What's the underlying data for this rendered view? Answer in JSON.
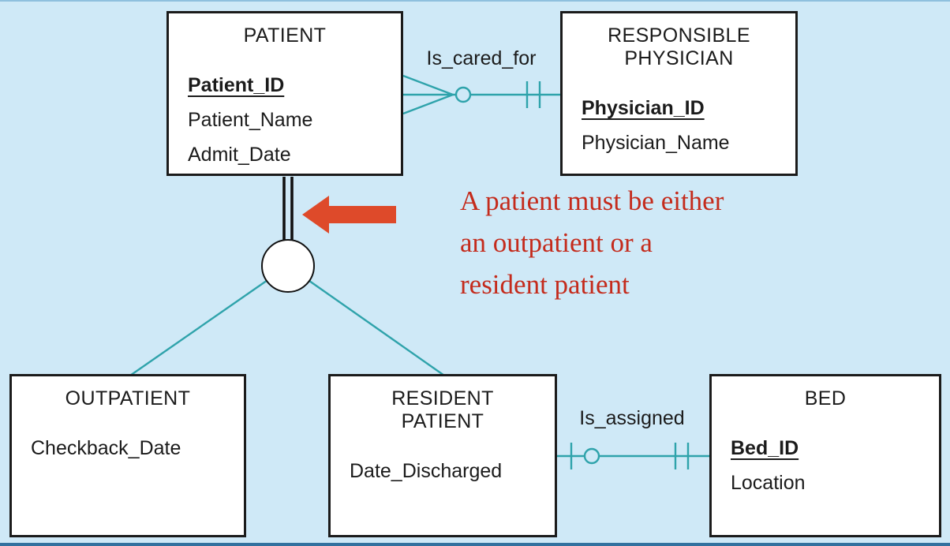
{
  "colors": {
    "background": "#cfe9f7",
    "line": "#2fa3ab",
    "box_border": "#1b1b1b",
    "annotation_text": "#c42b1c",
    "arrow": "#de4a2a"
  },
  "entities": {
    "patient": {
      "title": "PATIENT",
      "attributes": [
        {
          "name": "Patient_ID",
          "key": true
        },
        {
          "name": "Patient_Name",
          "key": false
        },
        {
          "name": "Admit_Date",
          "key": false
        }
      ]
    },
    "physician": {
      "title": "RESPONSIBLE PHYSICIAN",
      "attributes": [
        {
          "name": "Physician_ID",
          "key": true
        },
        {
          "name": "Physician_Name",
          "key": false
        }
      ]
    },
    "outpatient": {
      "title": "OUTPATIENT",
      "attributes": [
        {
          "name": "Checkback_Date",
          "key": false
        }
      ]
    },
    "resident": {
      "title": "RESIDENT PATIENT",
      "attributes": [
        {
          "name": "Date_Discharged",
          "key": false
        }
      ]
    },
    "bed": {
      "title": "BED",
      "attributes": [
        {
          "name": "Bed_ID",
          "key": true
        },
        {
          "name": "Location",
          "key": false
        }
      ]
    }
  },
  "relationships": {
    "is_cared_for": {
      "label": "Is_cared_for",
      "from": "PATIENT",
      "to": "RESPONSIBLE PHYSICIAN"
    },
    "is_assigned": {
      "label": "Is_assigned",
      "from": "RESIDENT PATIENT",
      "to": "BED"
    }
  },
  "annotation": {
    "lines": [
      "A patient must be either",
      "an outpatient or a",
      "resident patient"
    ]
  }
}
